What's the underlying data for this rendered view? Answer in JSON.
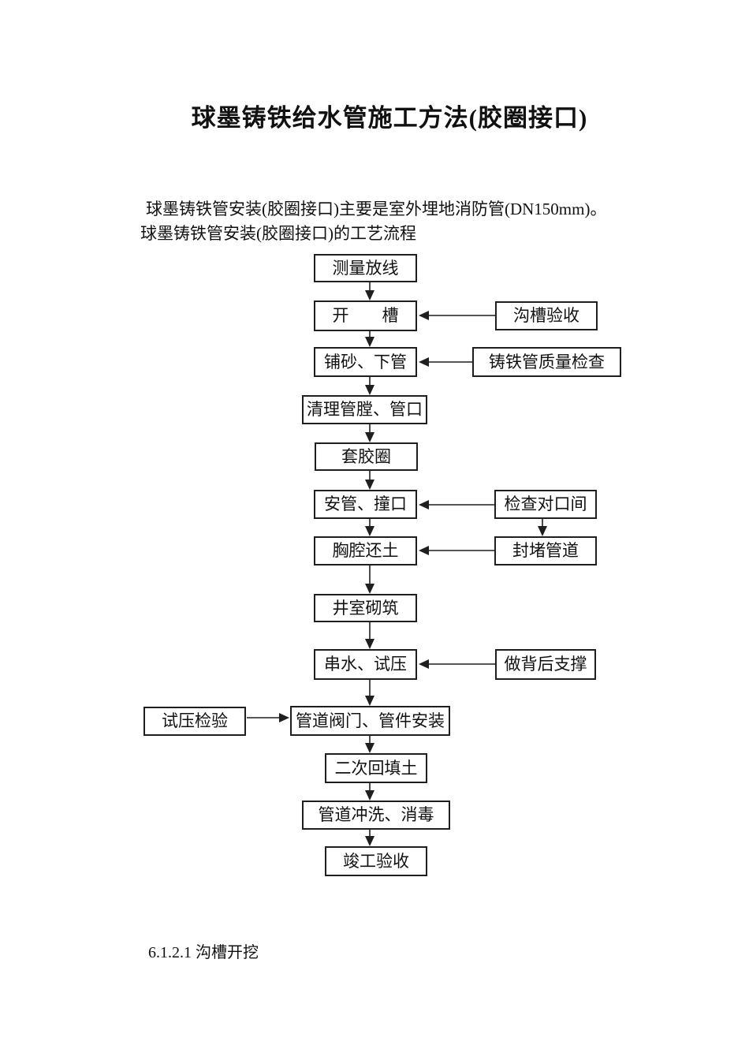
{
  "doc": {
    "title": "球墨铸铁给水管施工方法(胶圈接口)",
    "intro_line1": "球墨铸铁管安装(胶圈接口)主要是室外埋地消防管(DN150mm)。",
    "intro_line2": "球墨铸铁管安装(胶圈接口)的工艺流程",
    "section_heading": "6.1.2.1 沟槽开挖"
  },
  "flowchart": {
    "main_steps": {
      "survey_layout": "测量放线",
      "trenching": "开　　槽",
      "sand_bedding_pipe_laying": "铺砂、下管",
      "clean_pipe_bore": "清理管膛、管口",
      "fit_rubber_ring": "套胶圈",
      "install_pipe_joint": "安管、撞口",
      "haunch_backfill": "胸腔还土",
      "well_chamber_masonry": "井室砌筑",
      "flush_pressure_test": "串水、试压",
      "valve_fitting_install": "管道阀门、管件安装",
      "second_backfill": "二次回填土",
      "flush_disinfect": "管道冲洗、消毒",
      "completion_acceptance": "竣工验收"
    },
    "side_steps": {
      "trench_acceptance": "沟槽验收",
      "pipe_quality_check": "铸铁管质量检查",
      "check_joint_gap": "检查对口间",
      "seal_pipe": "封堵管道",
      "back_support": "做背后支撑",
      "pressure_test_inspect": "试压检验"
    },
    "colors": {
      "ink": "#1f1f1f",
      "page_bg": "#ffffff"
    }
  }
}
